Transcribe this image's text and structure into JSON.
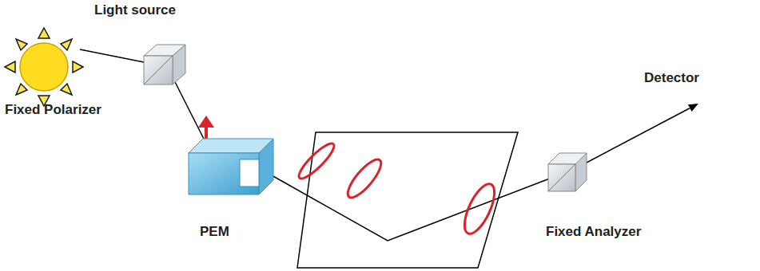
{
  "diagram": {
    "labels": [
      "Light source",
      "Fixed Polarizer",
      "PEM",
      "Fixed Analyzer",
      "Detector"
    ]
  }
}
